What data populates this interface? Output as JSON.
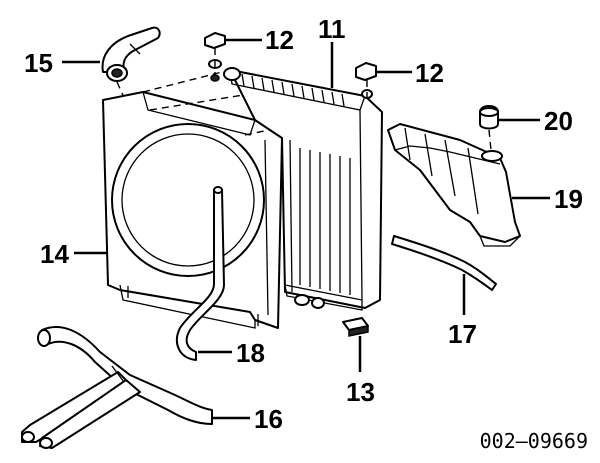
{
  "callouts": {
    "c11": "11",
    "c12a": "12",
    "c12b": "12",
    "c13": "13",
    "c14": "14",
    "c15": "15",
    "c16": "16",
    "c17": "17",
    "c18": "18",
    "c19": "19",
    "c20": "20"
  },
  "reference_number": "002–09669"
}
